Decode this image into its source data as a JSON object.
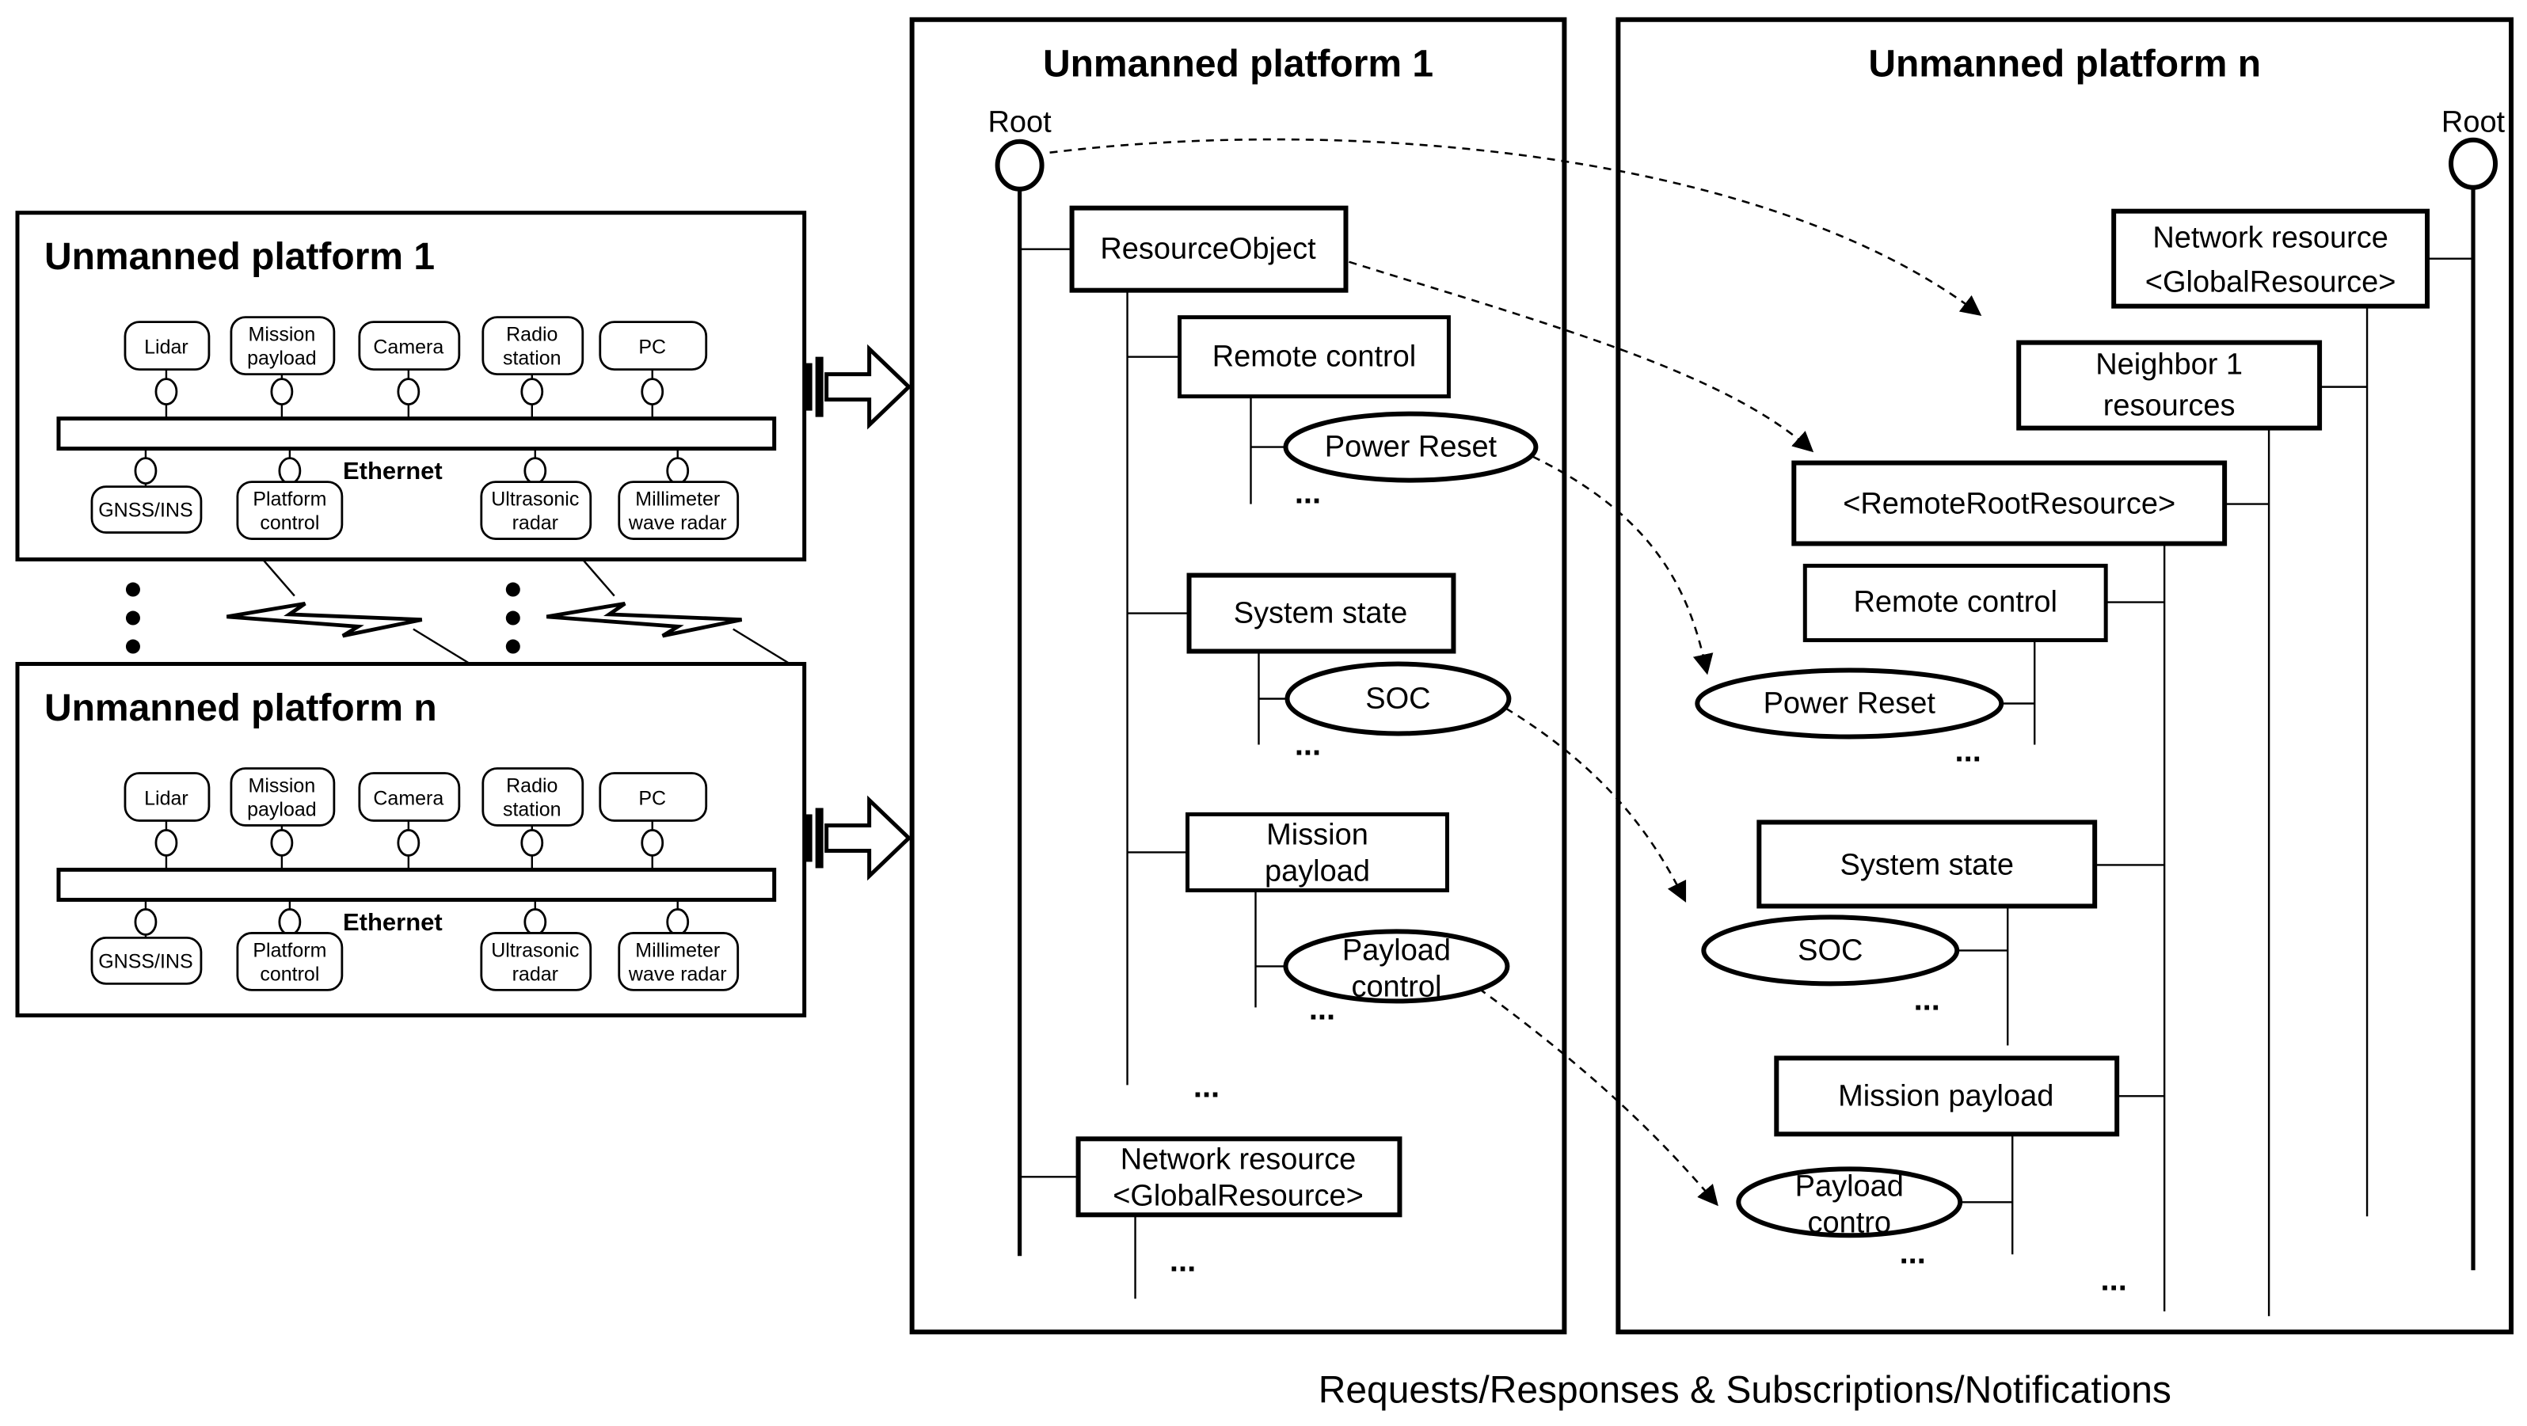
{
  "ellipsis": "...",
  "caption": "Requests/Responses & Subscriptions/Notifications",
  "left": {
    "platform1_title": "Unmanned platform 1",
    "platformn_title": "Unmanned platform n"
  },
  "platform_box": {
    "ethernet_label": "Ethernet",
    "devices_top": [
      [
        "Lidar"
      ],
      [
        "Mission",
        "payload"
      ],
      [
        "Camera"
      ],
      [
        "Radio",
        "station"
      ],
      [
        "PC"
      ]
    ],
    "devices_bottom": [
      [
        "GNSS/INS"
      ],
      [
        "Platform",
        "control"
      ],
      [
        "Ultrasonic",
        "radar"
      ],
      [
        "Millimeter",
        "wave radar"
      ]
    ]
  },
  "mid_panel": {
    "title": "Unmanned platform 1",
    "root": "Root",
    "resource_object": "ResourceObject",
    "remote_control": "Remote control",
    "power_reset": "Power Reset",
    "system_state": "System state",
    "soc": "SOC",
    "mission_payload": [
      "Mission",
      "payload"
    ],
    "payload_control": [
      "Payload",
      "control"
    ],
    "network_resource": [
      "Network resource",
      "<GlobalResource>"
    ]
  },
  "right_panel": {
    "title": "Unmanned platform n",
    "root": "Root",
    "network_resource": [
      "Network resource",
      "<GlobalResource>"
    ],
    "neighbor": [
      "Neighbor 1",
      "resources"
    ],
    "remote_root": "<RemoteRootResource>",
    "remote_control": "Remote control",
    "power_reset": "Power Reset",
    "system_state": "System state",
    "soc": "SOC",
    "mission_payload": "Mission payload",
    "payload_control": [
      "Payload",
      "contro"
    ]
  }
}
